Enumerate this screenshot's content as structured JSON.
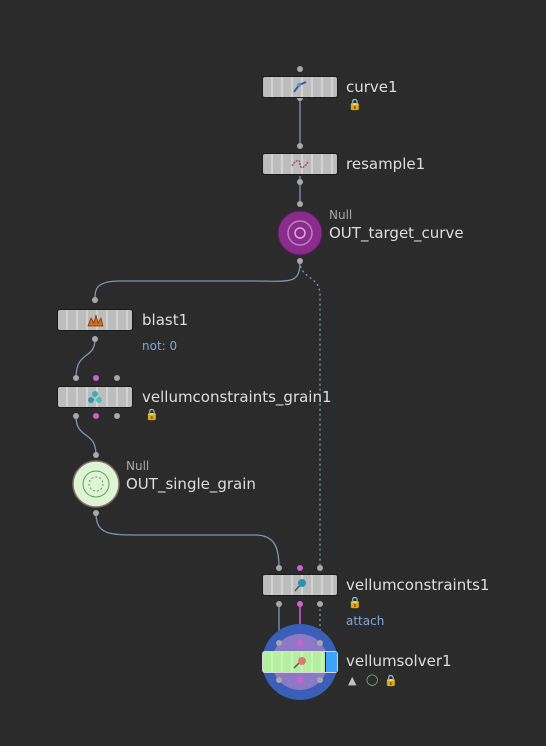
{
  "colors": {
    "background": "#2b2b2b",
    "wire": "#7c97b8",
    "port": "#a8a8a8",
    "port_pink": "#d05fd0",
    "null_purple": "#8a2c8c",
    "null_green": "#dcf5d2",
    "solver_halo": "#3a5fb8",
    "solver_body": "#b4f0a0",
    "display_flag": "#3fa2ff"
  },
  "nodes": {
    "curve1": {
      "name": "curve1",
      "icon": "curve-icon"
    },
    "resample1": {
      "name": "resample1",
      "icon": "resample-icon"
    },
    "out_target_curve": {
      "type": "Null",
      "name": "OUT_target_curve",
      "icon": "null-icon"
    },
    "blast1": {
      "name": "blast1",
      "info": "not: 0",
      "icon": "blast-icon"
    },
    "vellumconstraints_grain1": {
      "name": "vellumconstraints_grain1",
      "icon": "vellum-grain-icon"
    },
    "out_single_grain": {
      "type": "Null",
      "name": "OUT_single_grain",
      "icon": "null-icon"
    },
    "vellumconstraints1": {
      "name": "vellumconstraints1",
      "info": "attach",
      "icon": "vellum-pin-icon"
    },
    "vellumsolver1": {
      "name": "vellumsolver1",
      "icon": "vellum-solver-icon"
    }
  }
}
